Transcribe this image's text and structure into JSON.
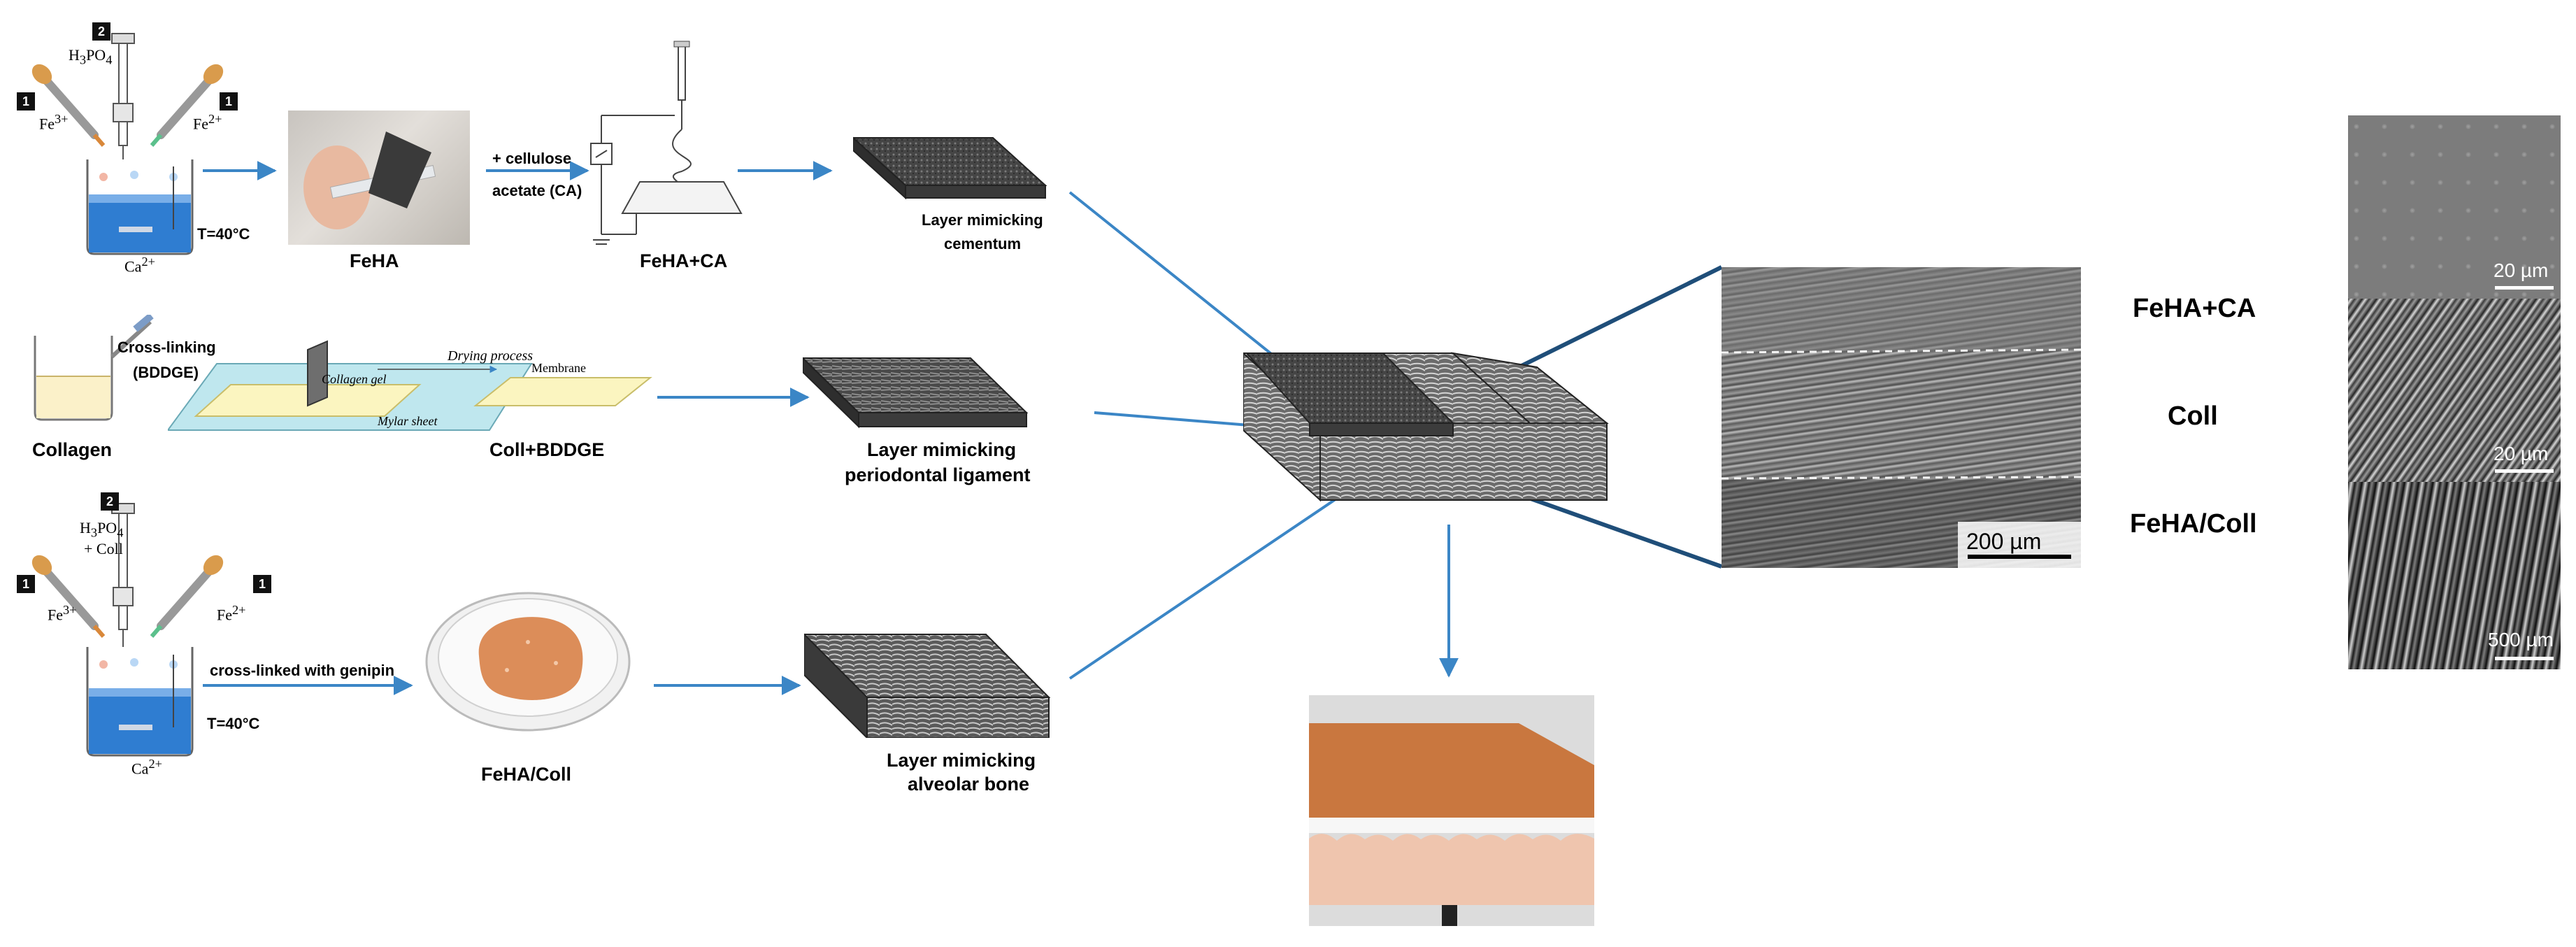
{
  "row1": {
    "badge_1a": "1",
    "badge_2": "2",
    "badge_1b": "1",
    "acid_main": "H",
    "acid_sub1": "3",
    "acid_mid": "PO",
    "acid_sub2": "4",
    "fe3": "Fe",
    "fe3_sup": "3+",
    "fe2": "Fe",
    "fe2_sup": "2+",
    "ca": "Ca",
    "ca_sup": "2+",
    "temp": "T=40°C",
    "feha": "FeHA",
    "arrow_label_1": "+ cellulose",
    "arrow_label_2": "acetate (CA)",
    "feha_ca": "FeHA+CA",
    "layer_1": "Layer mimicking",
    "layer_2": "cementum"
  },
  "row2": {
    "crosslink_1": "Cross-linking",
    "crosslink_2": "(BDDGE)",
    "collagen": "Collagen",
    "collagen_gel": "Collagen gel",
    "drying": "Drying process",
    "membrane": "Membrane",
    "mylar": "Mylar sheet",
    "coll_bddge": "Coll+BDDGE",
    "layer_1": "Layer mimicking",
    "layer_2": "periodontal ligament"
  },
  "row3": {
    "badge_1a": "1",
    "badge_2": "2",
    "badge_1b": "1",
    "acid_main": "H",
    "acid_sub1": "3",
    "acid_mid": "PO",
    "acid_sub2": "4",
    "acid_plus": "+ Coll",
    "fe3": "Fe",
    "fe3_sup": "3+",
    "fe2": "Fe",
    "fe2_sup": "2+",
    "ca": "Ca",
    "ca_sup": "2+",
    "temp": "T=40°C",
    "arrow_label": "cross-linked with genipin",
    "feha_coll": "FeHA/Coll",
    "layer_1": "Layer mimicking",
    "layer_2": "alveolar bone"
  },
  "sem_center": {
    "scale": "200 µm"
  },
  "layers": {
    "top": "FeHA+CA",
    "middle": "Coll",
    "bottom": "FeHA/Coll"
  },
  "sem_right": {
    "scale_1": "20 µm",
    "scale_2": "20 µm",
    "scale_3": "500 µm"
  }
}
